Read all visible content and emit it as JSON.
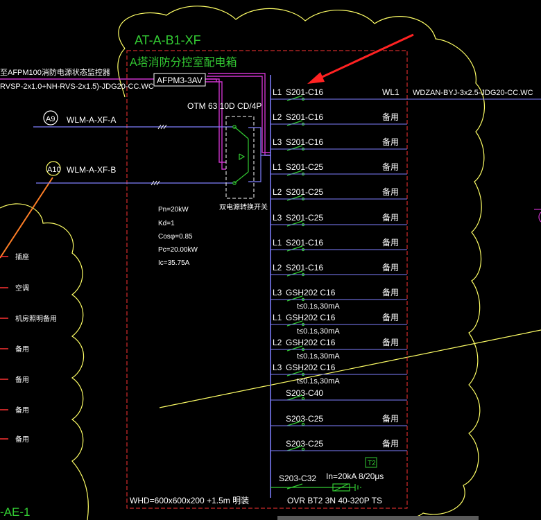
{
  "panel": {
    "name": "AT-A-B1-XF",
    "title": "A塔消防分控室配电箱",
    "dimensions": "WHD=600x600x200  +1.5m 明装",
    "colors": {
      "background": "#000000",
      "wire": "#7f7fff",
      "accent_green": "#33cc33",
      "boundary_red": "#ff3333",
      "cloud_yellow": "#ffff66",
      "purple": "#cc33cc"
    }
  },
  "monitor": {
    "label": "至AFPM100消防电源状态监控器",
    "cable": "RVSP-2x1.0+NH-RVS-2x1.5)-JDG20-CC.WC",
    "module": "AFPM3-3AV"
  },
  "feeders": [
    {
      "bubble": "A9",
      "cable": "WLM-A-XF-A"
    },
    {
      "bubble": "A10",
      "cable": "WLM-A-XF-B"
    }
  ],
  "switch": {
    "model": "OTM 63 10D CD/4P",
    "caption": "双电源转换开关"
  },
  "params": [
    "Pn=20kW",
    "Kd=1",
    "Cosφ=0.85",
    "Pc=20.00kW",
    "Ic=35.75A"
  ],
  "circuits": [
    {
      "phase": "L1",
      "breaker": "S201-C16",
      "note": "",
      "wl": "WL1",
      "cable": "WDZAN-BYJ-3x2.5-JDG20-CC.WC"
    },
    {
      "phase": "L2",
      "breaker": "S201-C16",
      "note": "",
      "wl": "备用",
      "cable": ""
    },
    {
      "phase": "L3",
      "breaker": "S201-C16",
      "note": "",
      "wl": "备用",
      "cable": ""
    },
    {
      "phase": "L1",
      "breaker": "S201-C25",
      "note": "",
      "wl": "备用",
      "cable": ""
    },
    {
      "phase": "L2",
      "breaker": "S201-C25",
      "note": "",
      "wl": "备用",
      "cable": ""
    },
    {
      "phase": "L3",
      "breaker": "S201-C25",
      "note": "",
      "wl": "备用",
      "cable": ""
    },
    {
      "phase": "L1",
      "breaker": "S201-C16",
      "note": "",
      "wl": "备用",
      "cable": ""
    },
    {
      "phase": "L2",
      "breaker": "S201-C16",
      "note": "",
      "wl": "备用",
      "cable": ""
    },
    {
      "phase": "L3",
      "breaker": "GSH202 C16",
      "note": "t≤0.1s,30mA",
      "wl": "备用",
      "cable": ""
    },
    {
      "phase": "L1",
      "breaker": "GSH202 C16",
      "note": "t≤0.1s,30mA",
      "wl": "备用",
      "cable": ""
    },
    {
      "phase": "L2",
      "breaker": "GSH202 C16",
      "note": "t≤0.1s,30mA",
      "wl": "备用",
      "cable": ""
    },
    {
      "phase": "L3",
      "breaker": "GSH202 C16",
      "note": "t≤0.1s,30mA",
      "wl": "",
      "cable": ""
    },
    {
      "phase": "",
      "breaker": "S203-C40",
      "note": "",
      "wl": "",
      "cable": ""
    },
    {
      "phase": "",
      "breaker": "S203-C25",
      "note": "",
      "wl": "备用",
      "cable": ""
    },
    {
      "phase": "",
      "breaker": "S203-C25",
      "note": "",
      "wl": "备用",
      "cable": ""
    }
  ],
  "spd": {
    "breaker": "S203-C32",
    "rating": "In=20kA 8/20μs",
    "class_tag": "T2",
    "model": "OVR BT2 3N 40-320P TS"
  },
  "left_labels": [
    "插座",
    "空调",
    "机房照明备用",
    "备用",
    "备用",
    "备用",
    "备用"
  ],
  "bottom_left_label": "-AE-1"
}
